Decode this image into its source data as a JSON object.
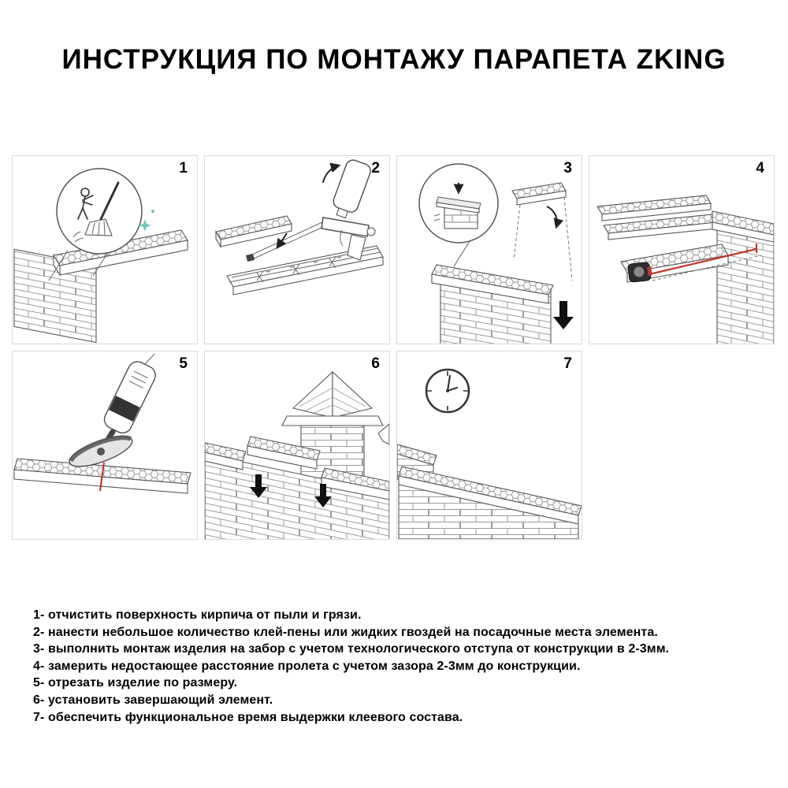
{
  "page": {
    "title": "ИНСТРУКЦИЯ ПО МОНТАЖУ ПАРАПЕТА ZKING"
  },
  "panels": [
    {
      "number": "1",
      "icon": "broom-icon"
    },
    {
      "number": "2",
      "icon": "foam-gun-icon"
    },
    {
      "number": "3",
      "icon": "mounting-detail-icon"
    },
    {
      "number": "4",
      "icon": "tape-measure-icon"
    },
    {
      "number": "5",
      "icon": "angle-grinder-icon"
    },
    {
      "number": "6",
      "icon": "down-arrows-icon"
    },
    {
      "number": "7",
      "icon": "clock-icon"
    }
  ],
  "steps": [
    "1- отчистить поверхность кирпича от пыли и грязи.",
    "2- нанести небольшое количество клей-пены или жидких гвоздей на посадочные места элемента.",
    "3- выполнить монтаж изделия на забор с учетом технологического отступа от конструкции в 2-3мм.",
    "4- замерить недостающее расстояние пролета с учетом зазора 2-3мм до конструкции.",
    "5- отрезать изделие по размеру.",
    "6- установить завершающий элемент.",
    "7- обеспечить функциональное время выдержки клеевого состава."
  ],
  "colors": {
    "accent-red": "#c0392b",
    "accent-teal": "#6cc7bd",
    "line": "#444444"
  }
}
